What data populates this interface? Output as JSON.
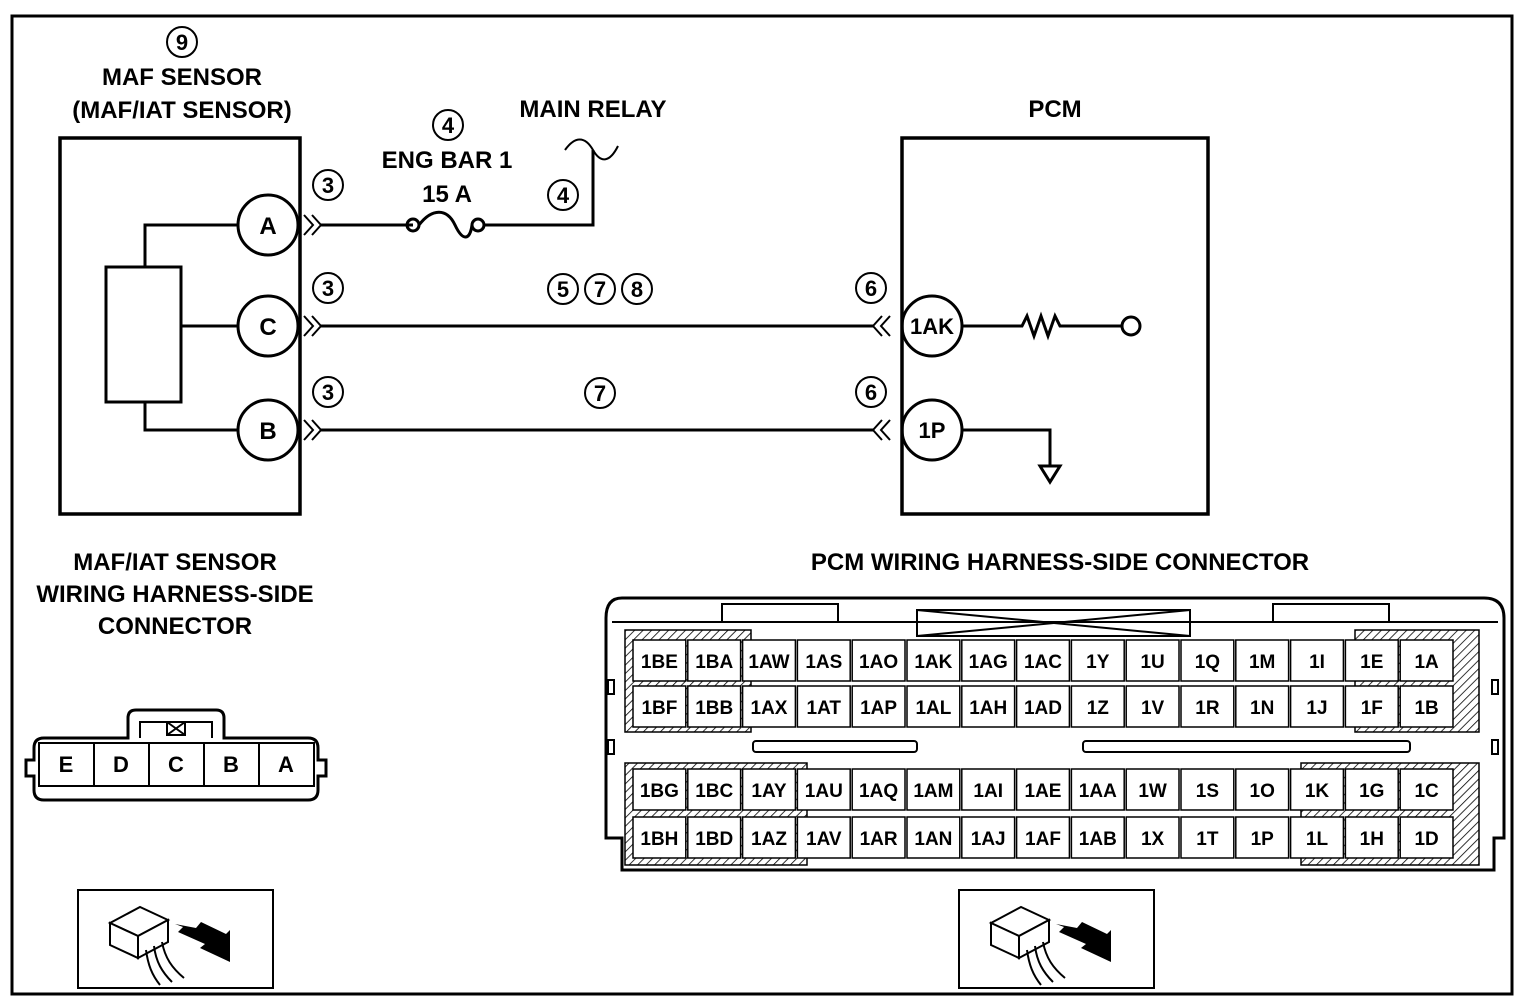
{
  "maf": {
    "step": "9",
    "title_line1": "MAF SENSOR",
    "title_line2": "(MAF/IAT SENSOR)",
    "pins": {
      "a": "A",
      "c": "C",
      "b": "B"
    },
    "callouts": {
      "a": "3",
      "c": "3",
      "b": "3"
    }
  },
  "fuse": {
    "step": "4",
    "name": "ENG BAR 1",
    "rating": "15 A"
  },
  "relay": {
    "label": "MAIN RELAY",
    "step": "4"
  },
  "pcm": {
    "title": "PCM",
    "pins": {
      "ak": "1AK",
      "p": "1P"
    },
    "callouts": {
      "ak": "6",
      "p": "6"
    }
  },
  "wires": {
    "c_steps": [
      "5",
      "7",
      "8"
    ],
    "b_steps": [
      "7"
    ]
  },
  "maf_connector": {
    "title_line1": "MAF/IAT SENSOR",
    "title_line2": "WIRING HARNESS-SIDE",
    "title_line3": "CONNECTOR",
    "pins": [
      "E",
      "D",
      "C",
      "B",
      "A"
    ]
  },
  "pcm_connector": {
    "title": "PCM WIRING HARNESS-SIDE CONNECTOR",
    "rows": [
      [
        "1BE",
        "1BA",
        "1AW",
        "1AS",
        "1AO",
        "1AK",
        "1AG",
        "1AC",
        "1Y",
        "1U",
        "1Q",
        "1M",
        "1I",
        "1E",
        "1A"
      ],
      [
        "1BF",
        "1BB",
        "1AX",
        "1AT",
        "1AP",
        "1AL",
        "1AH",
        "1AD",
        "1Z",
        "1V",
        "1R",
        "1N",
        "1J",
        "1F",
        "1B"
      ],
      [
        "1BG",
        "1BC",
        "1AY",
        "1AU",
        "1AQ",
        "1AM",
        "1AI",
        "1AE",
        "1AA",
        "1W",
        "1S",
        "1O",
        "1K",
        "1G",
        "1C"
      ],
      [
        "1BH",
        "1BD",
        "1AZ",
        "1AV",
        "1AR",
        "1AN",
        "1AJ",
        "1AF",
        "1AB",
        "1X",
        "1T",
        "1P",
        "1L",
        "1H",
        "1D"
      ]
    ]
  }
}
